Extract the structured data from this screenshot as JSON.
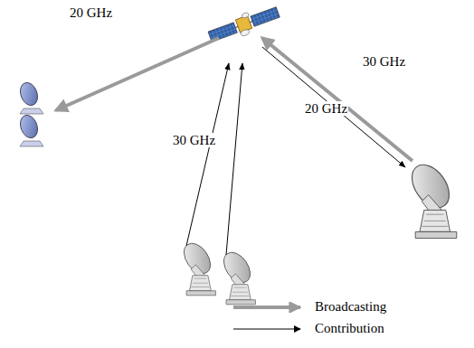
{
  "diagram": {
    "labels": [
      "20 GHz",
      "30 GHz",
      "20 GHz",
      "30 GHz"
    ],
    "legend": [
      {
        "text": "Broadcasting"
      },
      {
        "text": "Contribution"
      }
    ]
  }
}
